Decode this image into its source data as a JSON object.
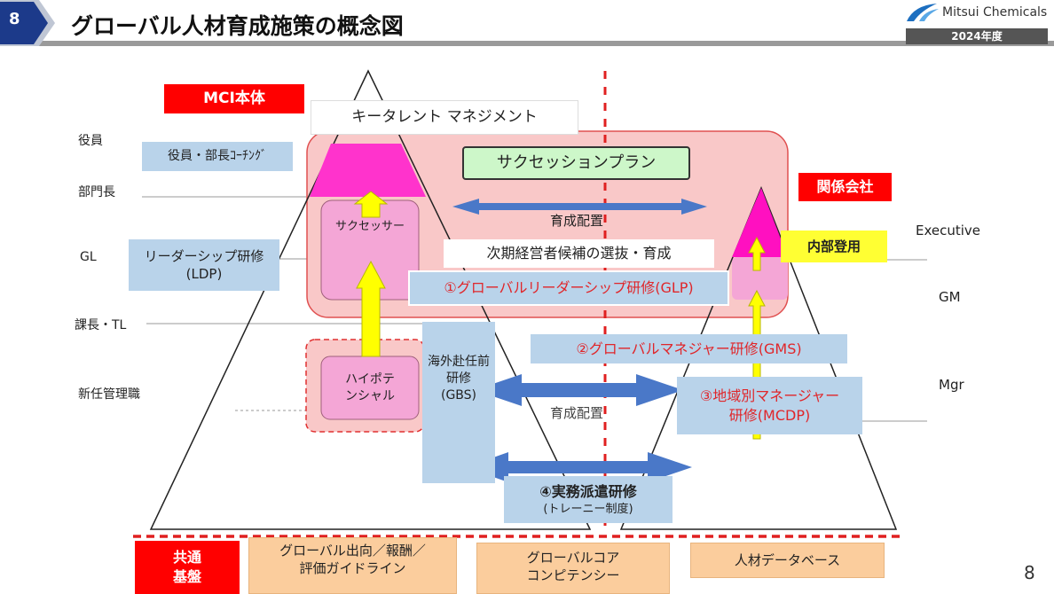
{
  "header": {
    "slide_number": "8",
    "title": "グローバル人材育成施策の概念図",
    "logo_text": "Mitsui Chemicals",
    "year": "2024年度"
  },
  "levels_left": [
    "役員",
    "部門長",
    "GL",
    "課長・TL",
    "新任管理職"
  ],
  "levels_right": [
    "Executive",
    "GM",
    "Mgr"
  ],
  "labels": {
    "mci": "MCI本体",
    "affiliates": "関係会社",
    "key_talent": "キータレント マネジメント",
    "succession_plan": "サクセッションプラン",
    "successor": "サクセッサー",
    "next_exec": "次期経営者候補の選抜・育成",
    "internal_promotion": "内部登用",
    "high_potential": "ハイポテンシャル",
    "placement_top": "育成配置",
    "placement_mid": "育成配置"
  },
  "programs": {
    "coaching": "役員・部長ｺｰﾁﾝｸﾞ",
    "ldp_line1": "リーダーシップ研修",
    "ldp_line2": "(LDP)",
    "gbs_line1": "海外赴任前",
    "gbs_line2": "研修",
    "gbs_line3": "(GBS)",
    "glp": "①グローバルリーダーシップ研修(GLP)",
    "gms": "②グローバルマネジャー研修(GMS)",
    "mcdp_line1": "③地域別マネージャー",
    "mcdp_line2": "研修(MCDP)",
    "trainee_line1": "④実務派遣研修",
    "trainee_line2": "(トレーニー制度)"
  },
  "foundation": {
    "label_line1": "共通",
    "label_line2": "基盤",
    "items": [
      {
        "line1": "グローバル出向／報酬／",
        "line2": "評価ガイドライン"
      },
      {
        "line1": "グローバルコア",
        "line2": "コンピテンシー"
      },
      {
        "line1": "人材データベース",
        "line2": ""
      }
    ]
  },
  "page_number": "8",
  "colors": {
    "red": "#ff0000",
    "magenta": "#ff33cc",
    "pink": "#f4a6d6",
    "light_red": "#f9c8c8",
    "blue_arrow": "#4a78c8",
    "yellow": "#ffff00",
    "light_blue": "#b9d3ea",
    "orange": "#fbcd9d",
    "green": "#cdf7c9"
  }
}
